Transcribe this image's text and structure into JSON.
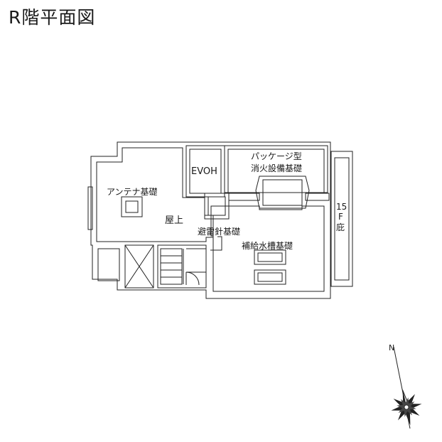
{
  "title": "R階平面図",
  "labels": {
    "antenna": "アンテナ基礎",
    "evoh": "EVOH",
    "package_line1": "パッケージ型",
    "package_line2": "消火設備基礎",
    "rooftop": "屋上",
    "lightning": "避雷針基礎",
    "water_tank": "補給水槽基礎",
    "eave_num": "15",
    "eave_f": "F",
    "eave_kanji": "庇"
  },
  "compass": {
    "north_label": "N"
  },
  "colors": {
    "line": "#222222",
    "wall_fill": "#ffffff",
    "background": "#ffffff"
  }
}
